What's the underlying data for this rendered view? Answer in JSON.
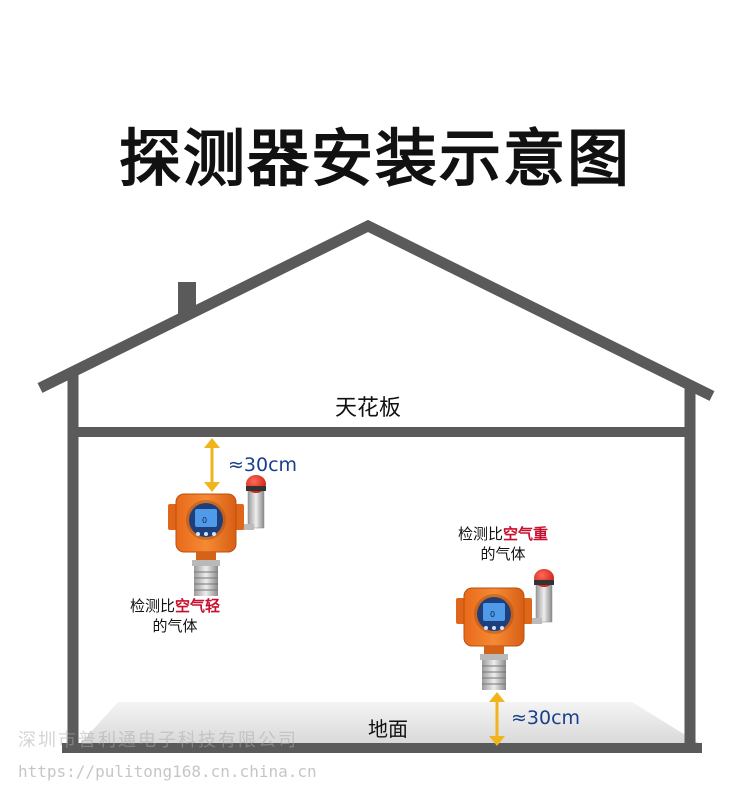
{
  "title": "探测器安装示意图",
  "labels": {
    "ceiling": "天花板",
    "floor": "地面",
    "distance_top": "≈30cm",
    "distance_bottom": "≈30cm"
  },
  "notes": {
    "light_gas": {
      "prefix": "检测比",
      "highlight": "空气轻",
      "suffix": "的气体"
    },
    "heavy_gas": {
      "prefix": "检测比",
      "highlight": "空气重",
      "suffix": "的气体"
    }
  },
  "detector_display_text": "0",
  "watermark": {
    "company": "深圳市普利通电子科技有限公司",
    "url": "https://pulitong168.cn.china.cn"
  },
  "colors": {
    "house_outline": "#5a5a5a",
    "detector_body": "#f07a23",
    "display": "#2f6fd0",
    "alarm_red": "#e62a1f",
    "arrow": "#f0b41c",
    "distance_text": "#1a3f8c",
    "highlight_text": "#c8102e"
  }
}
